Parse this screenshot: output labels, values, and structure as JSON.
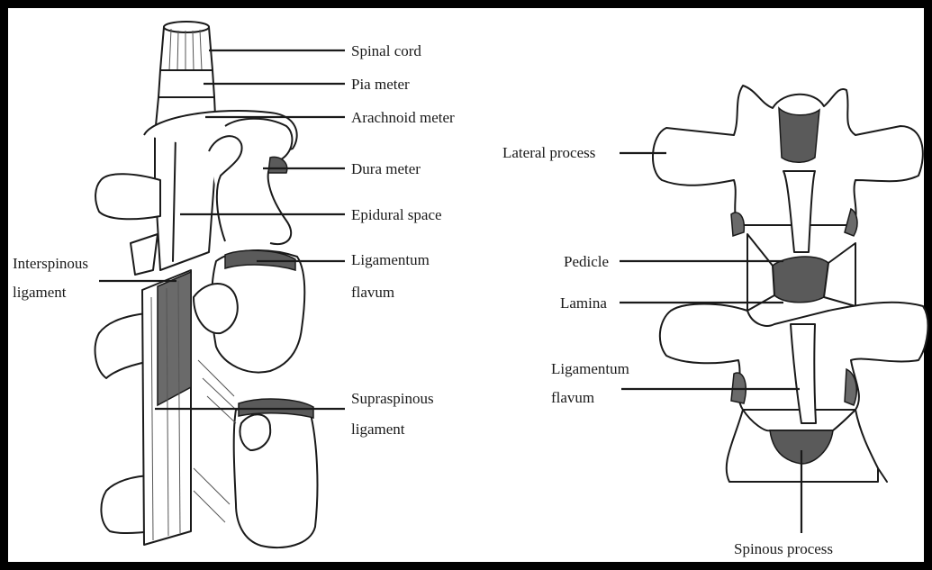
{
  "left_figure": {
    "labels": {
      "spinal_cord": "Spinal cord",
      "pia_meter": "Pia meter",
      "arachnoid_meter": "Arachnoid meter",
      "dura_meter": "Dura meter",
      "epidural_space": "Epidural space",
      "ligamentum_flavum_line1": "Ligamentum",
      "ligamentum_flavum_line2": "flavum",
      "interspinous_line1": "Interspinous",
      "interspinous_line2": "ligament",
      "supraspinous_line1": "Supraspinous",
      "supraspinous_line2": "ligament"
    }
  },
  "right_figure": {
    "labels": {
      "lateral_process": "Lateral process",
      "pedicle": "Pedicle",
      "lamina": "Lamina",
      "ligamentum_flavum_line1": "Ligamentum",
      "ligamentum_flavum_line2": "flavum",
      "spinous_process": "Spinous process"
    }
  },
  "colors": {
    "border": "#000000",
    "ink": "#1a1a1a",
    "shading": "#5a5a5a",
    "background": "#ffffff"
  }
}
